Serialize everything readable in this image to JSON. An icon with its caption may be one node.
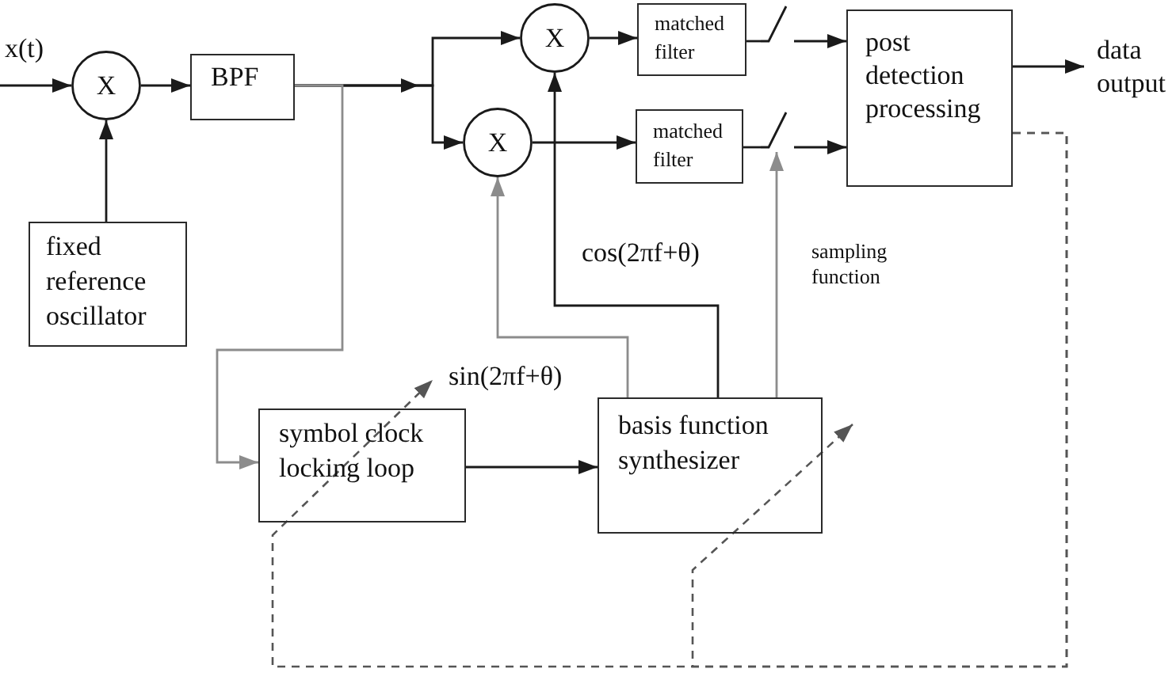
{
  "diagram": {
    "nodes": [
      {
        "text": [
          "X"
        ]
      },
      {
        "text": [
          "BPF"
        ]
      },
      {
        "text": [
          "fixed reference oscillator"
        ]
      },
      {
        "text": [
          "X"
        ]
      },
      {
        "text": [
          "X"
        ]
      },
      {
        "text": [
          "matched filter"
        ]
      },
      {
        "text": [
          "matched filter"
        ]
      },
      {
        "text": [],
        "shape": "switch"
      },
      {
        "text": [],
        "shape": "switch"
      },
      {
        "text": [
          "post detection processing"
        ]
      },
      {
        "text": [
          "data output"
        ]
      },
      {
        "text": [
          "symbol clock locking loop"
        ]
      },
      {
        "text": [
          "basis function synthesizer"
        ]
      }
    ],
    "edges": [
      {
        "from": null,
        "to": 0,
        "arrow": "to",
        "label": "x(t)"
      },
      {
        "from": 2,
        "to": 0,
        "arrow": "to"
      },
      {
        "from": 0,
        "to": 1,
        "arrow": "to"
      },
      {
        "from": 1,
        "to": 3,
        "arrow": "to"
      },
      {
        "from": 1,
        "to": 4,
        "arrow": "to"
      },
      {
        "from": 1,
        "to": 11,
        "arrow": "to",
        "color": "#8c8c8c"
      },
      {
        "from": 3,
        "to": 5,
        "arrow": "to"
      },
      {
        "from": 4,
        "to": 6,
        "arrow": "to"
      },
      {
        "from": 5,
        "to": 7,
        "arrow": "none"
      },
      {
        "from": 6,
        "to": 8,
        "arrow": "none"
      },
      {
        "from": 7,
        "to": 9,
        "arrow": "to"
      },
      {
        "from": 8,
        "to": 9,
        "arrow": "to"
      },
      {
        "from": 9,
        "to": 10,
        "arrow": "to"
      },
      {
        "from": 12,
        "to": 3,
        "arrow": "to",
        "label": "cos(2πf+θ)"
      },
      {
        "from": 12,
        "to": 4,
        "arrow": "to",
        "label": "sin(2πf+θ)",
        "color": "#8c8c8c"
      },
      {
        "from": 12,
        "to": 8,
        "arrow": "to",
        "label": "sampling function",
        "color": "#8c8c8c"
      },
      {
        "from": 11,
        "to": 12,
        "arrow": "to"
      },
      {
        "from": 9,
        "to": 11,
        "arrow": "to",
        "style": "dashed",
        "color": "#555555"
      },
      {
        "from": 9,
        "to": 12,
        "arrow": "to",
        "style": "dashed",
        "color": "#555555"
      }
    ]
  }
}
